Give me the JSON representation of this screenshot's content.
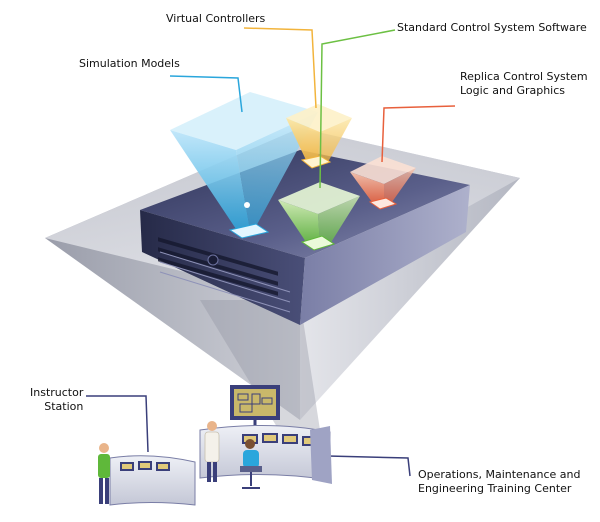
{
  "labels": {
    "virtual_controllers": "Virtual Controllers",
    "standard_software": "Standard Control System Software",
    "simulation_models": "Simulation Models",
    "replica_line1": "Replica Control System",
    "replica_line2": "Logic and Graphics",
    "instructor_line1": "Instructor",
    "instructor_line2": "Station",
    "training_line1": "Operations, Maintenance and",
    "training_line2": "Engineering Training Center"
  },
  "colors": {
    "virtual_controllers": "#f2b43c",
    "standard_software": "#6cc043",
    "simulation_models": "#2aa6dc",
    "replica": "#e8603c",
    "leader_dark": "#3a3f7a",
    "funnel": "#b9bcc6",
    "server_top": "#3f4470",
    "server_front": "#2b2f52",
    "background": "#ffffff"
  },
  "icons": [
    "simulation-cone-icon",
    "controller-cone-icon",
    "software-cone-icon",
    "replica-cone-icon",
    "server-icon",
    "console-icon",
    "person-icon",
    "monitor-icon",
    "chair-icon"
  ]
}
